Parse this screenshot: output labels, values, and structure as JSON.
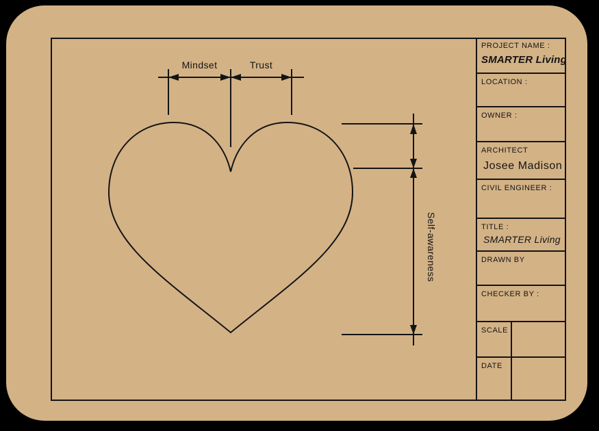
{
  "sheet": {
    "background_color": "#d3b286",
    "line_color": "#141414",
    "page_background": "#000000"
  },
  "drawing": {
    "shape": "heart-outline",
    "dimension_labels": {
      "top_left": "Mindset",
      "top_right": "Trust",
      "right_vertical": "Self-awareness"
    }
  },
  "title_block": {
    "rows": [
      {
        "label": "PROJECT NAME :",
        "value": "SMARTER Living"
      },
      {
        "label": "LOCATION :",
        "value": ""
      },
      {
        "label": "OWNER :",
        "value": ""
      },
      {
        "label": "ARCHITECT",
        "value": "Josee Madison"
      },
      {
        "label": "CIVIL ENGINEER :",
        "value": ""
      },
      {
        "label": "TITLE :",
        "value": "SMARTER Living"
      },
      {
        "label": "DRAWN BY",
        "value": ""
      },
      {
        "label": "CHECKER BY :",
        "value": ""
      },
      {
        "label": "SCALE :",
        "value": ""
      },
      {
        "label": "DATE",
        "value": ""
      }
    ]
  }
}
